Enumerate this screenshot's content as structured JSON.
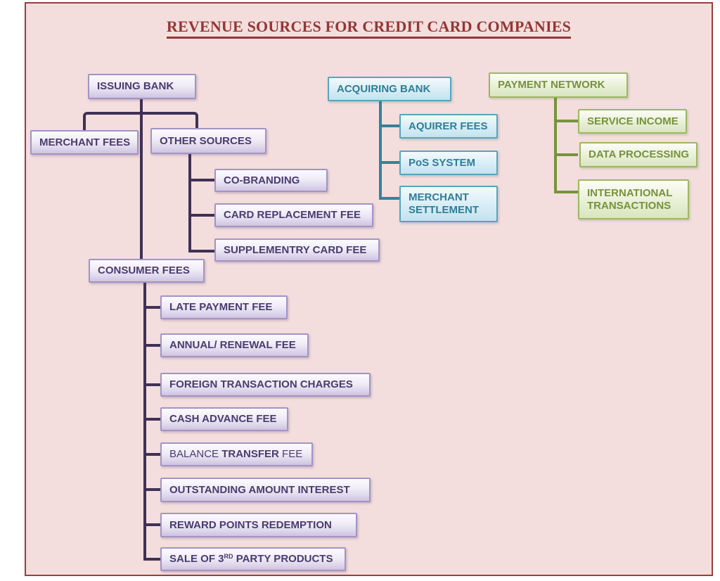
{
  "title": "REVENUE SOURCES FOR CREDIT CARD COMPANIES",
  "colors": {
    "panel_bg": "#f3dedd",
    "panel_border": "#9c3d39",
    "title_text": "#943634",
    "purple_text": "#4a3b6e",
    "purple_line": "#3f3155",
    "teal_text": "#2e7e97",
    "teal_line": "#35829a",
    "green_text": "#76923c",
    "green_line": "#77933c"
  },
  "nodes": {
    "issuing_bank": "ISSUING BANK",
    "merchant_fees": "MERCHANT FEES",
    "other_sources": "OTHER SOURCES",
    "co_branding": "CO-BRANDING",
    "card_replacement_fee": "CARD REPLACEMENT FEE",
    "supplementry_card_fee": "SUPPLEMENTRY CARD FEE",
    "consumer_fees": "CONSUMER FEES",
    "late_payment_fee": "LATE PAYMENT FEE",
    "annual_renewal_fee": "ANNUAL/ RENEWAL FEE",
    "foreign_transaction_charges": "FOREIGN TRANSACTION CHARGES",
    "cash_advance_fee": "CASH ADVANCE FEE",
    "balance_transfer": {
      "word1": "BALANCE",
      "word2": "TRANSFER",
      "word3": "FEE"
    },
    "outstanding_amount_interest": "OUTSTANDING AMOUNT INTEREST",
    "reward_points_redemption": "REWARD POINTS REDEMPTION",
    "sale_third_party": {
      "prefix": "SALE OF 3",
      "superscript": "RD",
      "suffix": "PARTY PRODUCTS"
    },
    "acquiring_bank": "ACQUIRING BANK",
    "aquirer_fees": "AQUIRER FEES",
    "pos_system": "PoS SYSTEM",
    "merchant_settlement": "MERCHANT SETTLEMENT",
    "payment_network": "PAYMENT NETWORK",
    "service_income": "SERVICE INCOME",
    "data_processing": "DATA PROCESSING",
    "international_transactions": "INTERNATIONAL TRANSACTIONS"
  }
}
